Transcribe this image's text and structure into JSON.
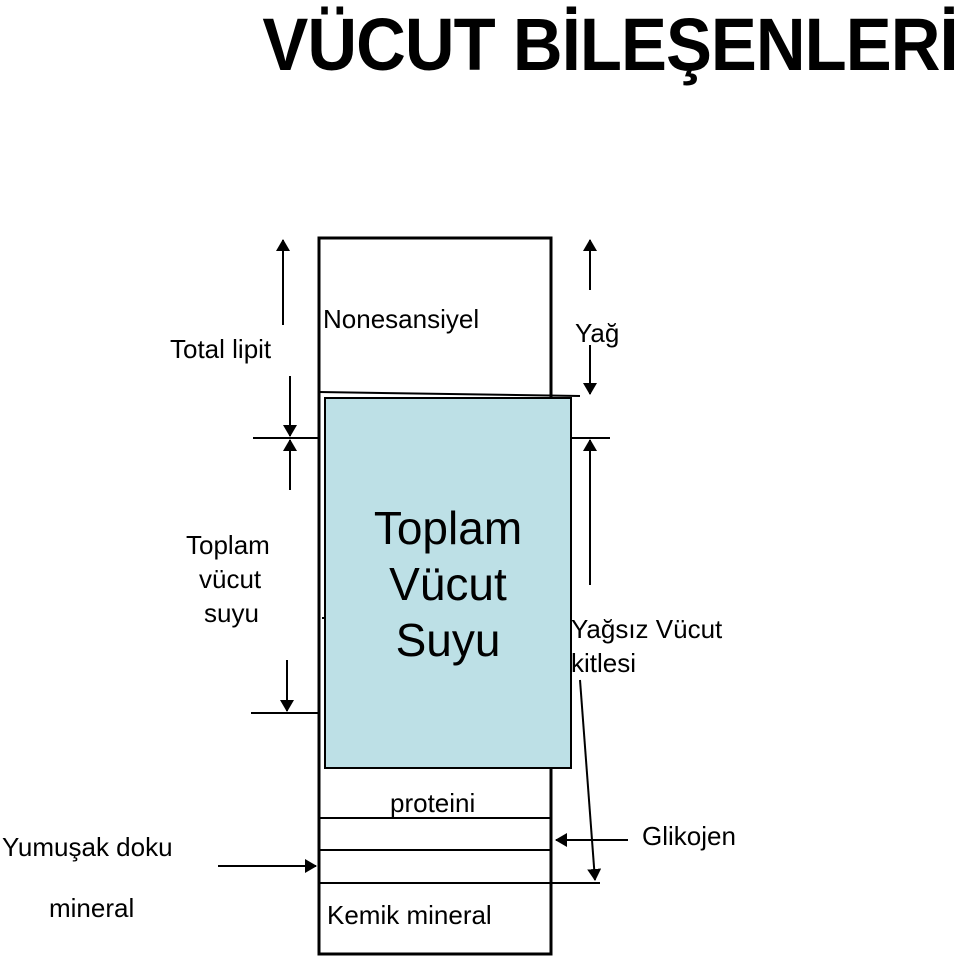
{
  "title": "VÜCUT BİLEŞENLERİ",
  "labels": {
    "total_lipit": "Total lipit",
    "nonesansiyel": "Nonesansiyel",
    "yag": "Yağ",
    "toplam_vucut_suyu": [
      "Toplam",
      "vücut",
      "suyu"
    ],
    "toplam_vucut_suyu_center": [
      "Toplam",
      "Vücut",
      "Suyu"
    ],
    "yagsiz_vucut_kitlesi": [
      "Yağsız Vücut",
      "kitlesi"
    ],
    "proteini": "proteini",
    "yumusak_doku": "Yumuşak doku",
    "mineral": "mineral",
    "glikojen": "Glikojen",
    "kemik_mineral": "Kemik mineral"
  },
  "colors": {
    "water_fill": "#bde0e6",
    "line": "#000000"
  }
}
